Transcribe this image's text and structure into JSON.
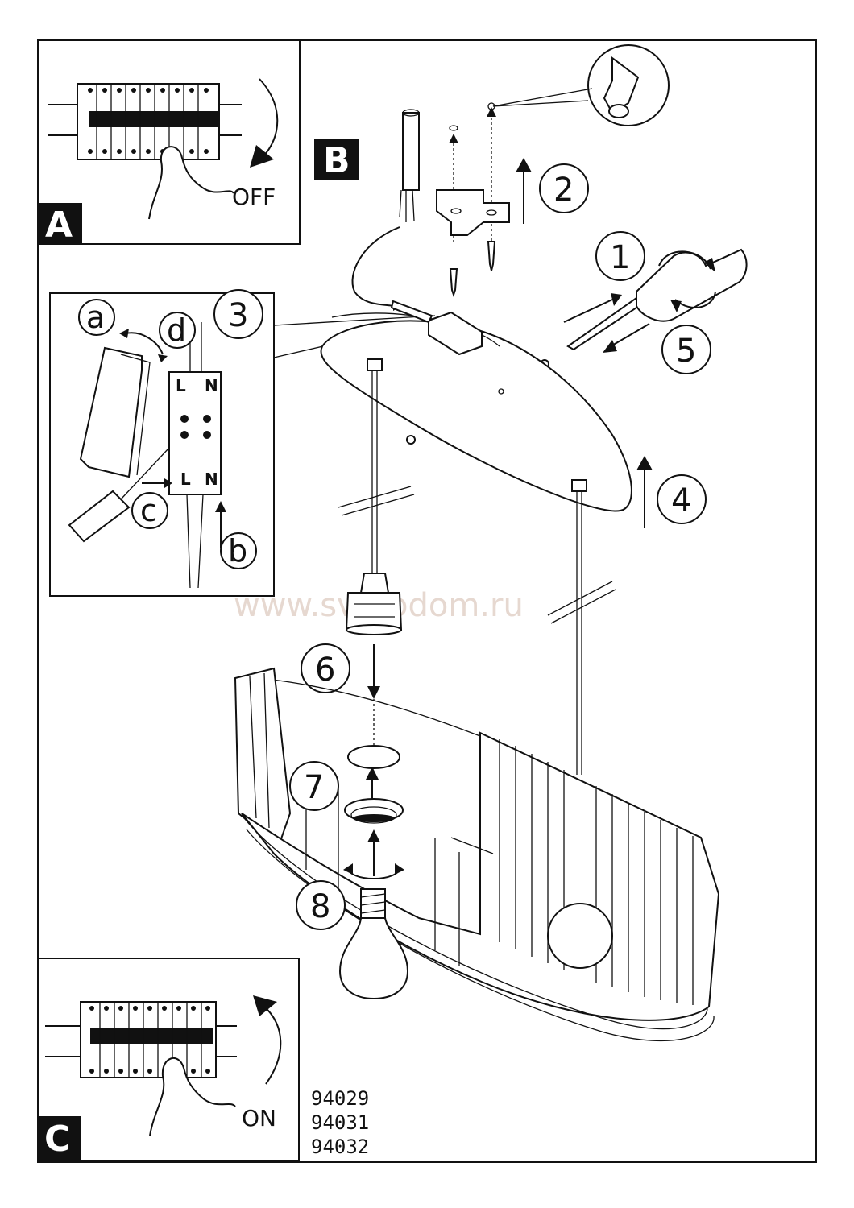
{
  "panels": {
    "a": {
      "label": "A",
      "switch_text": "OFF"
    },
    "b": {
      "label": "B"
    },
    "c": {
      "label": "C",
      "switch_text": "ON"
    }
  },
  "steps": [
    "1",
    "2",
    "3",
    "4",
    "5",
    "6",
    "7",
    "8"
  ],
  "detail": {
    "letters": [
      "a",
      "b",
      "c",
      "d"
    ],
    "terminal_labels": [
      "L",
      "N"
    ]
  },
  "watermark": "www.svetodom.ru",
  "model_numbers": [
    "94029",
    "94031",
    "94032"
  ]
}
